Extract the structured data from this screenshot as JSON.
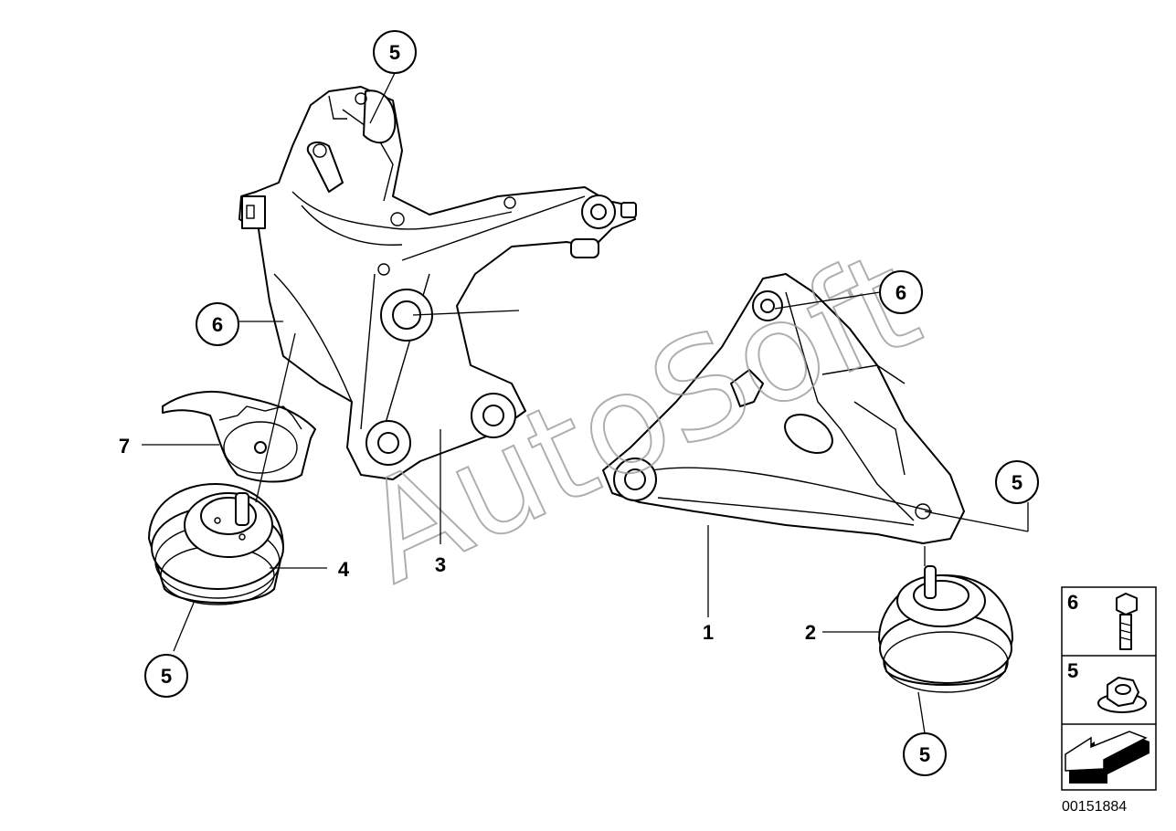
{
  "watermark": "AutoSoft",
  "callouts": {
    "top_nut": "5",
    "left_bolt": "6",
    "shield": "7",
    "left_mount": "4",
    "left_bottom_nut": "5",
    "left_bracket": "3",
    "right_bracket": "1",
    "right_bolt": "6",
    "right_nut": "5",
    "right_mount": "2",
    "right_bottom_nut": "5"
  },
  "legend": {
    "items": [
      {
        "number": "6",
        "icon": "bolt-icon"
      },
      {
        "number": "5",
        "icon": "hex-nut-icon"
      }
    ],
    "direction_icon": "front-arrow-icon"
  },
  "reference_number": "00151884"
}
